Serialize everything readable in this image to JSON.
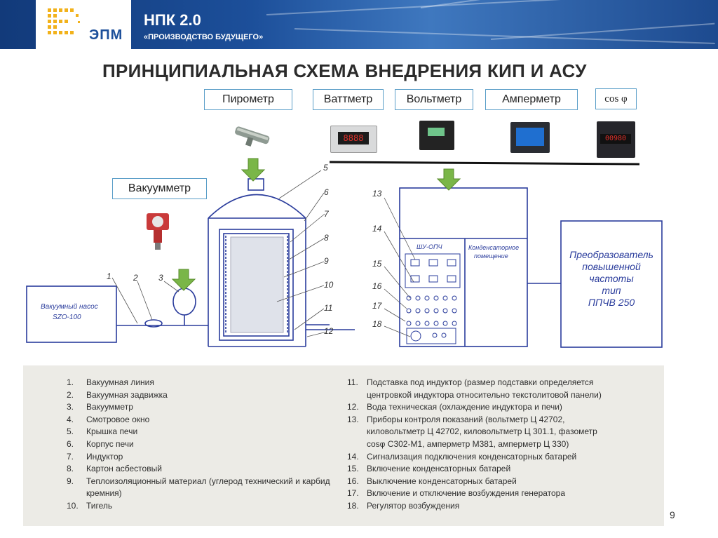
{
  "header": {
    "logo_text": "ЭПМ",
    "title": "НПК 2.0",
    "subtitle": "«ПРОИЗВОДСТВО БУДУЩЕГО»"
  },
  "slide_title": "ПРИНЦИПИАЛЬНАЯ СХЕМА ВНЕДРЕНИЯ КИП И АСУ",
  "instruments": {
    "pyrometer": "Пирометр",
    "wattmeter": "Ваттметр",
    "voltmeter": "Вольтметр",
    "ammeter": "Амперметр",
    "cosphi": "cos φ",
    "vacuummeter": "Вакуумметр"
  },
  "display_readings": {
    "wattmeter": "8888",
    "cosphi": "00980"
  },
  "diagram": {
    "vacuum_pump": [
      "Вакуумный насос",
      "SZO-100"
    ],
    "control_cabinet": "ШУ-ОПЧ",
    "capacitor_room": [
      "Конденсаторное",
      "помещение"
    ],
    "converter": [
      "Преобразователь",
      "повышенной",
      "частоты",
      "тип",
      "ППЧВ 250"
    ],
    "callouts_left": [
      "1",
      "2",
      "3"
    ],
    "callouts_furnace": [
      "5",
      "6",
      "7",
      "8",
      "9",
      "10",
      "11",
      "12"
    ],
    "callouts_panel": [
      "13",
      "14",
      "15",
      "16",
      "17",
      "18"
    ]
  },
  "legend": {
    "left": [
      {
        "num": "1.",
        "text": "Вакуумная линия"
      },
      {
        "num": "2.",
        "text": "Вакуумная задвижка"
      },
      {
        "num": "3.",
        "text": "Вакуумметр"
      },
      {
        "num": "4.",
        "text": "Смотровое окно"
      },
      {
        "num": "5.",
        "text": "Крышка печи"
      },
      {
        "num": "6.",
        "text": "Корпус печи"
      },
      {
        "num": "7.",
        "text": "Индуктор"
      },
      {
        "num": "8.",
        "text": "Картон асбестовый"
      },
      {
        "num": "9.",
        "text": "Теплоизоляционный материал (углерод технический и карбид"
      },
      {
        "num": "",
        "text": "кремния)"
      },
      {
        "num": "10.",
        "text": "Тигель"
      }
    ],
    "right": [
      {
        "num": "11.",
        "text": "Подставка под индуктор (размер подставки определяется"
      },
      {
        "num": "",
        "text": "центровкой индуктора относительно текстолитовой панели)"
      },
      {
        "num": "12.",
        "text": "Вода техническая (охлаждение индуктора и печи)"
      },
      {
        "num": "13.",
        "text": "Приборы контроля показаний (вольтметр Ц 42702,"
      },
      {
        "num": "",
        "text": "киловольтметр Ц 42702, киловольтметр Ц 301.1, фазометр"
      },
      {
        "num": "",
        "text": "cosφ С302-М1, амперметр М381, амперметр Ц 330)"
      },
      {
        "num": "14.",
        "text": "Сигнализация подключения конденсаторных батарей"
      },
      {
        "num": "15.",
        "text": "Включение конденсаторных батарей"
      },
      {
        "num": "16.",
        "text": "Выключение конденсаторных батарей"
      },
      {
        "num": "17.",
        "text": "Включение и отключение возбуждения генератора"
      },
      {
        "num": "18.",
        "text": "Регулятор возбуждения"
      }
    ]
  },
  "page_number": "9",
  "colors": {
    "header_blue": "#1c4f9a",
    "logo_yellow": "#f2b21b",
    "diagram_blue": "#2a3c9c",
    "box_border": "#5a9ec8",
    "arrow_green": "#7ab648"
  }
}
